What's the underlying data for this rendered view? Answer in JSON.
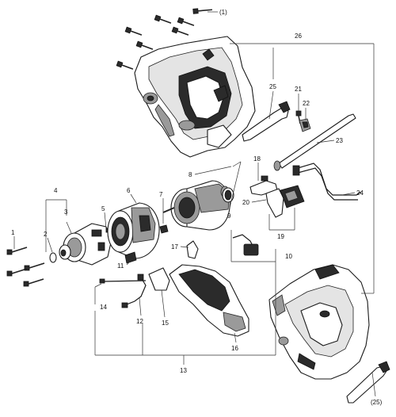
{
  "diagram": {
    "callouts": [
      {
        "id": "c1",
        "text": "(1)"
      },
      {
        "id": "c26",
        "text": "26"
      },
      {
        "id": "c25",
        "text": "25"
      },
      {
        "id": "c21",
        "text": "21"
      },
      {
        "id": "c22",
        "text": "22"
      },
      {
        "id": "c23",
        "text": "23"
      },
      {
        "id": "c18",
        "text": "18"
      },
      {
        "id": "c24",
        "text": "24"
      },
      {
        "id": "c8",
        "text": "8"
      },
      {
        "id": "c4",
        "text": "4"
      },
      {
        "id": "c6",
        "text": "6"
      },
      {
        "id": "c7",
        "text": "7"
      },
      {
        "id": "c3",
        "text": "3"
      },
      {
        "id": "c5",
        "text": "5"
      },
      {
        "id": "c9",
        "text": "9"
      },
      {
        "id": "c20",
        "text": "20"
      },
      {
        "id": "c19",
        "text": "19"
      },
      {
        "id": "c1b",
        "text": "1"
      },
      {
        "id": "c2",
        "text": "2"
      },
      {
        "id": "c17",
        "text": "17"
      },
      {
        "id": "c10",
        "text": "10"
      },
      {
        "id": "c11",
        "text": "11"
      },
      {
        "id": "c14",
        "text": "14"
      },
      {
        "id": "c12",
        "text": "12"
      },
      {
        "id": "c15",
        "text": "15"
      },
      {
        "id": "c16",
        "text": "16"
      },
      {
        "id": "c13",
        "text": "13"
      },
      {
        "id": "c25b",
        "text": "(25)"
      }
    ]
  }
}
